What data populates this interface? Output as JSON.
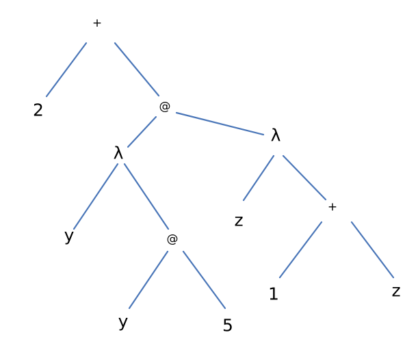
{
  "nodes": [
    {
      "id": "root-plus",
      "label": "+"
    },
    {
      "id": "leaf-2",
      "label": "2"
    },
    {
      "id": "app-1",
      "label": "@"
    },
    {
      "id": "lambda-1",
      "label": "λ"
    },
    {
      "id": "lambda-2",
      "label": "λ"
    },
    {
      "id": "param-y",
      "label": "y"
    },
    {
      "id": "app-2",
      "label": "@"
    },
    {
      "id": "leaf-y",
      "label": "y"
    },
    {
      "id": "leaf-5",
      "label": "5"
    },
    {
      "id": "param-z",
      "label": "z"
    },
    {
      "id": "plus-2",
      "label": "+"
    },
    {
      "id": "leaf-1",
      "label": "1"
    },
    {
      "id": "leaf-z",
      "label": "z"
    }
  ],
  "edges": [
    {
      "from": "root-plus",
      "to": "leaf-2"
    },
    {
      "from": "root-plus",
      "to": "app-1"
    },
    {
      "from": "app-1",
      "to": "lambda-1"
    },
    {
      "from": "app-1",
      "to": "lambda-2"
    },
    {
      "from": "lambda-1",
      "to": "param-y"
    },
    {
      "from": "lambda-1",
      "to": "app-2"
    },
    {
      "from": "app-2",
      "to": "leaf-y"
    },
    {
      "from": "app-2",
      "to": "leaf-5"
    },
    {
      "from": "lambda-2",
      "to": "param-z"
    },
    {
      "from": "lambda-2",
      "to": "plus-2"
    },
    {
      "from": "plus-2",
      "to": "leaf-1"
    },
    {
      "from": "plus-2",
      "to": "leaf-z"
    }
  ]
}
